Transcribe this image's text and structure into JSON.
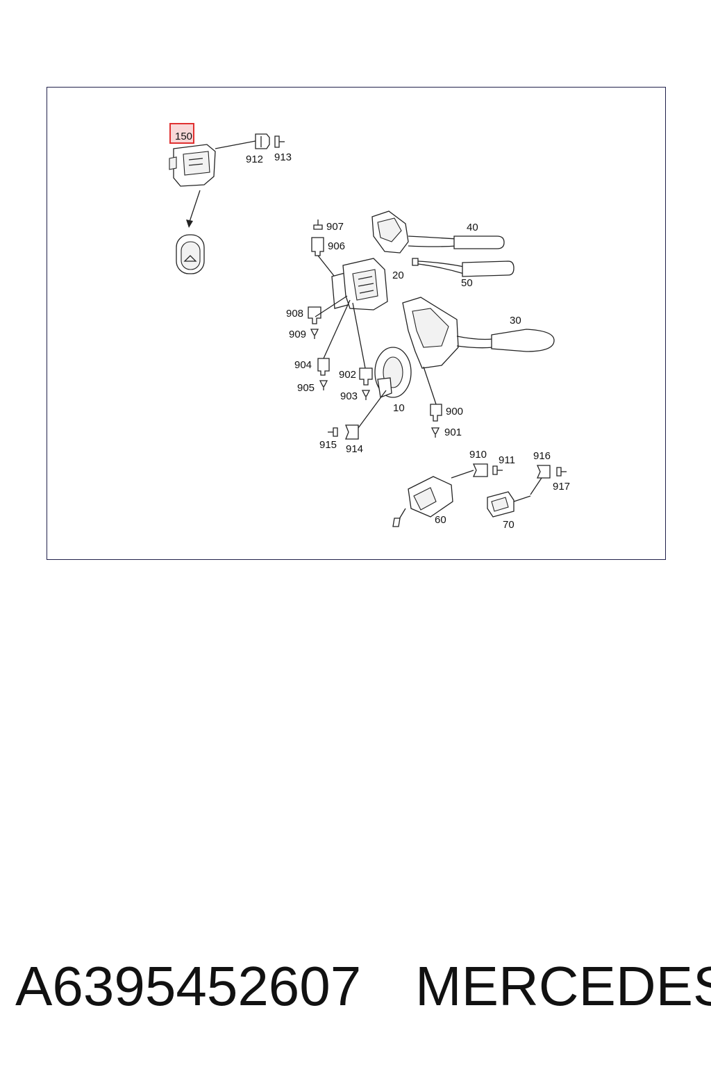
{
  "diagram": {
    "highlight_color": "#e03030",
    "labels": {
      "l150": "150",
      "l912": "912",
      "l913": "913",
      "l907": "907",
      "l906": "906",
      "l40": "40",
      "l50": "50",
      "l20": "20",
      "l908": "908",
      "l909": "909",
      "l30": "30",
      "l904": "904",
      "l905": "905",
      "l902": "902",
      "l903": "903",
      "l10": "10",
      "l900": "900",
      "l901": "901",
      "l915": "915",
      "l914": "914",
      "l910": "910",
      "l911": "911",
      "l916": "916",
      "l917": "917",
      "l60": "60",
      "l70": "70"
    }
  },
  "footer": {
    "part_number": "A6395452607",
    "brand": "MERCEDES"
  }
}
